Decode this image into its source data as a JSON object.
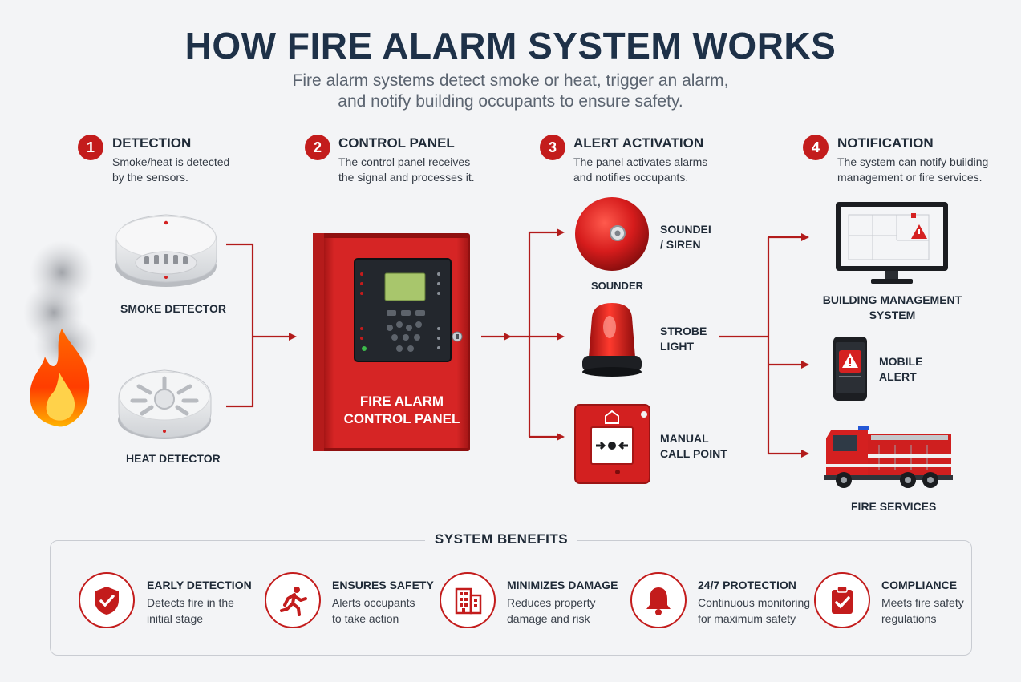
{
  "header": {
    "title": "HOW FIRE ALARM SYSTEM WORKS",
    "subtitle_line1": "Fire alarm systems detect smoke or heat, trigger an alarm,",
    "subtitle_line2": "and notify building occupants to ensure safety."
  },
  "steps": [
    {
      "number": "1",
      "title": "DETECTION",
      "desc_line1": "Smoke/heat is detected",
      "desc_line2": "by the sensors."
    },
    {
      "number": "2",
      "title": "CONTROL PANEL",
      "desc_line1": "The control panel receives",
      "desc_line2": "the signal and processes it."
    },
    {
      "number": "3",
      "title": "ALERT ACTIVATION",
      "desc_line1": "The panel activates alarms",
      "desc_line2": "and notifies occupants."
    },
    {
      "number": "4",
      "title": "NOTIFICATION",
      "desc_line1": "The system can notify building",
      "desc_line2": "management or fire services."
    }
  ],
  "detectors": {
    "smoke": "SMOKE DETECTOR",
    "heat": "HEAT DETECTOR"
  },
  "panel": {
    "line1": "FIRE ALARM",
    "line2": "CONTROL PANEL"
  },
  "alerts": {
    "sounder_line1": "SOUNDEI",
    "sounder_line2": "/ SIREN",
    "sounder_caption": "SOUNDER",
    "strobe_line1": "STROBE",
    "strobe_line2": "LIGHT",
    "callpoint_line1": "MANUAL",
    "callpoint_line2": "CALL POINT"
  },
  "notifications": {
    "bms_line1": "BUILDING MANAGEMENT",
    "bms_line2": "SYSTEM",
    "mobile_line1": "MOBILE",
    "mobile_line2": "ALERT",
    "fire_services": "FIRE SERVICES"
  },
  "benefits": {
    "heading": "SYSTEM BENEFITS",
    "items": [
      {
        "icon": "shield-icon",
        "title": "EARLY DETECTION",
        "desc_line1": "Detects fire in the",
        "desc_line2": "initial stage"
      },
      {
        "icon": "running-person-icon",
        "title": "ENSURES SAFETY",
        "desc_line1": "Alerts occupants",
        "desc_line2": "to take action"
      },
      {
        "icon": "building-icon",
        "title": "MINIMIZES DAMAGE",
        "desc_line1": "Reduces property",
        "desc_line2": "damage and risk"
      },
      {
        "icon": "bell-icon",
        "title": "24/7 PROTECTION",
        "desc_line1": "Continuous monitoring",
        "desc_line2": "for maximum safety"
      },
      {
        "icon": "clipboard-check-icon",
        "title": "COMPLIANCE",
        "desc_line1": "Meets fire safety",
        "desc_line2": "regulations"
      }
    ]
  },
  "colors": {
    "accent_red": "#c31c1c",
    "title_navy": "#1e3148",
    "background": "#f3f4f6"
  }
}
